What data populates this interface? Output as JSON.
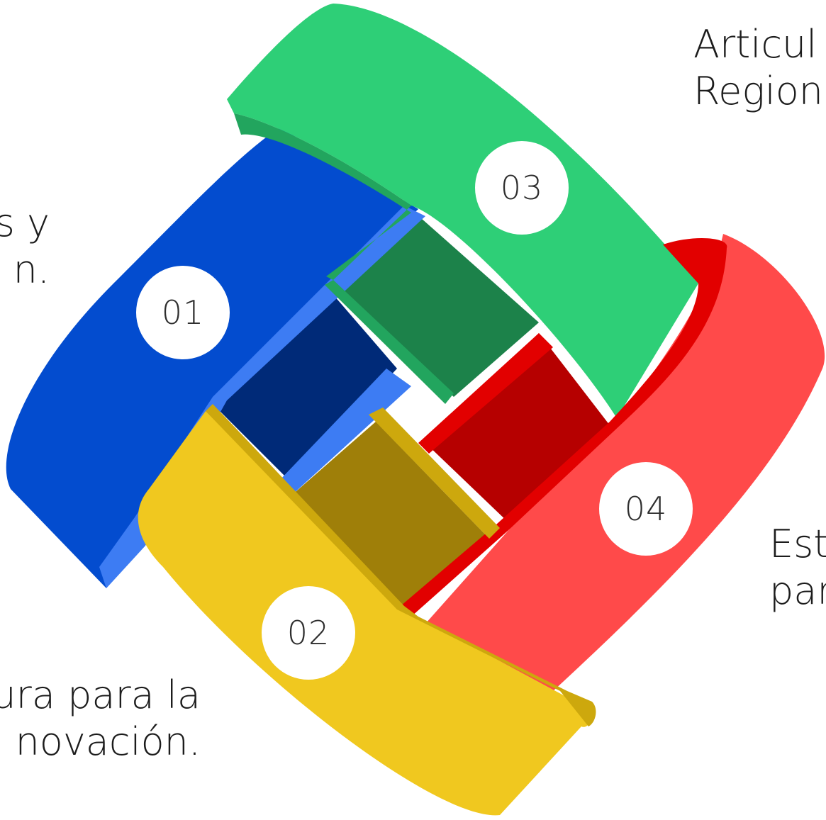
{
  "colors": {
    "blue": "#034ccf",
    "blue_light": "#3d7cf3",
    "blue_dark": "#002a78",
    "yellow": "#f0c81f",
    "yellow_dark": "#9f7f09",
    "yellow_inner": "#cda80d",
    "green": "#2ecf77",
    "green_dark": "#1c824a",
    "green_inner": "#22a55e",
    "red": "#ff4a4a",
    "red_dark": "#b60000",
    "red_inner": "#e20000"
  },
  "badges": [
    {
      "id": "01",
      "text": "01"
    },
    {
      "id": "02",
      "text": "02"
    },
    {
      "id": "03",
      "text": "03"
    },
    {
      "id": "04",
      "text": "04"
    }
  ],
  "labels": {
    "left_top": [
      "s y",
      "n."
    ],
    "left_bottom": [
      "ura para la",
      "novación."
    ],
    "right_top": [
      "Articul",
      "Region"
    ],
    "right_bottom": [
      "Est",
      "par"
    ]
  }
}
